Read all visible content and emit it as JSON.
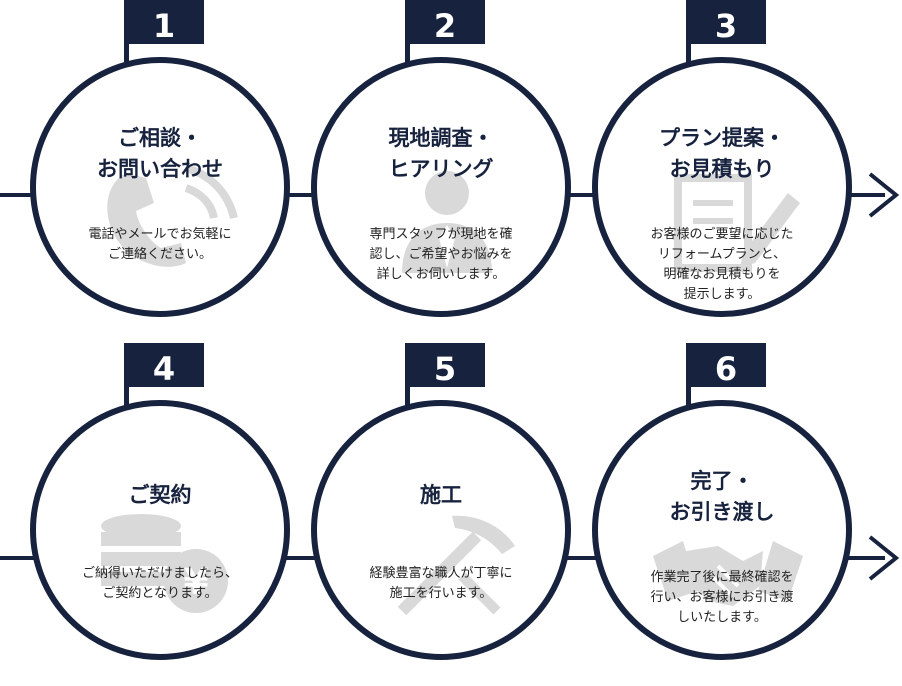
{
  "rows": [
    {
      "steps": [
        {
          "number": "1",
          "title": "ご相談・\nお問い合わせ",
          "description": "電話やメールでお気軽に\nご連絡ください。",
          "icon": "phone-icon"
        },
        {
          "number": "2",
          "title": "現地調査・\nヒアリング",
          "description": "専門スタッフが現地を確\n認し、ご希望やお悩みを\n詳しくお伺いします。",
          "icon": "staff-icon"
        },
        {
          "number": "3",
          "title": "プラン提案・\nお見積もり",
          "description": "お客様のご要望に応じた\nリフォームプランと、\n明確なお見積もりを\n提示します。",
          "icon": "estimate-pencil-icon"
        }
      ]
    },
    {
      "steps": [
        {
          "number": "4",
          "title": "ご契約",
          "description": "ご納得いただけましたら、\nご契約となります。",
          "icon": "yen-coins-icon"
        },
        {
          "number": "5",
          "title": "施工",
          "description": "経験豊富な職人が丁寧に\n施工を行います。",
          "icon": "tools-icon"
        },
        {
          "number": "6",
          "title": "完了・\nお引き渡し",
          "description": "作業完了後に最終確認を\n行い、お客様にお引き渡\nしいたします。",
          "icon": "handshake-icon"
        }
      ]
    }
  ],
  "colors": {
    "navy": "#17233e",
    "watermark": "#d9d9d9",
    "text": "#222222"
  }
}
